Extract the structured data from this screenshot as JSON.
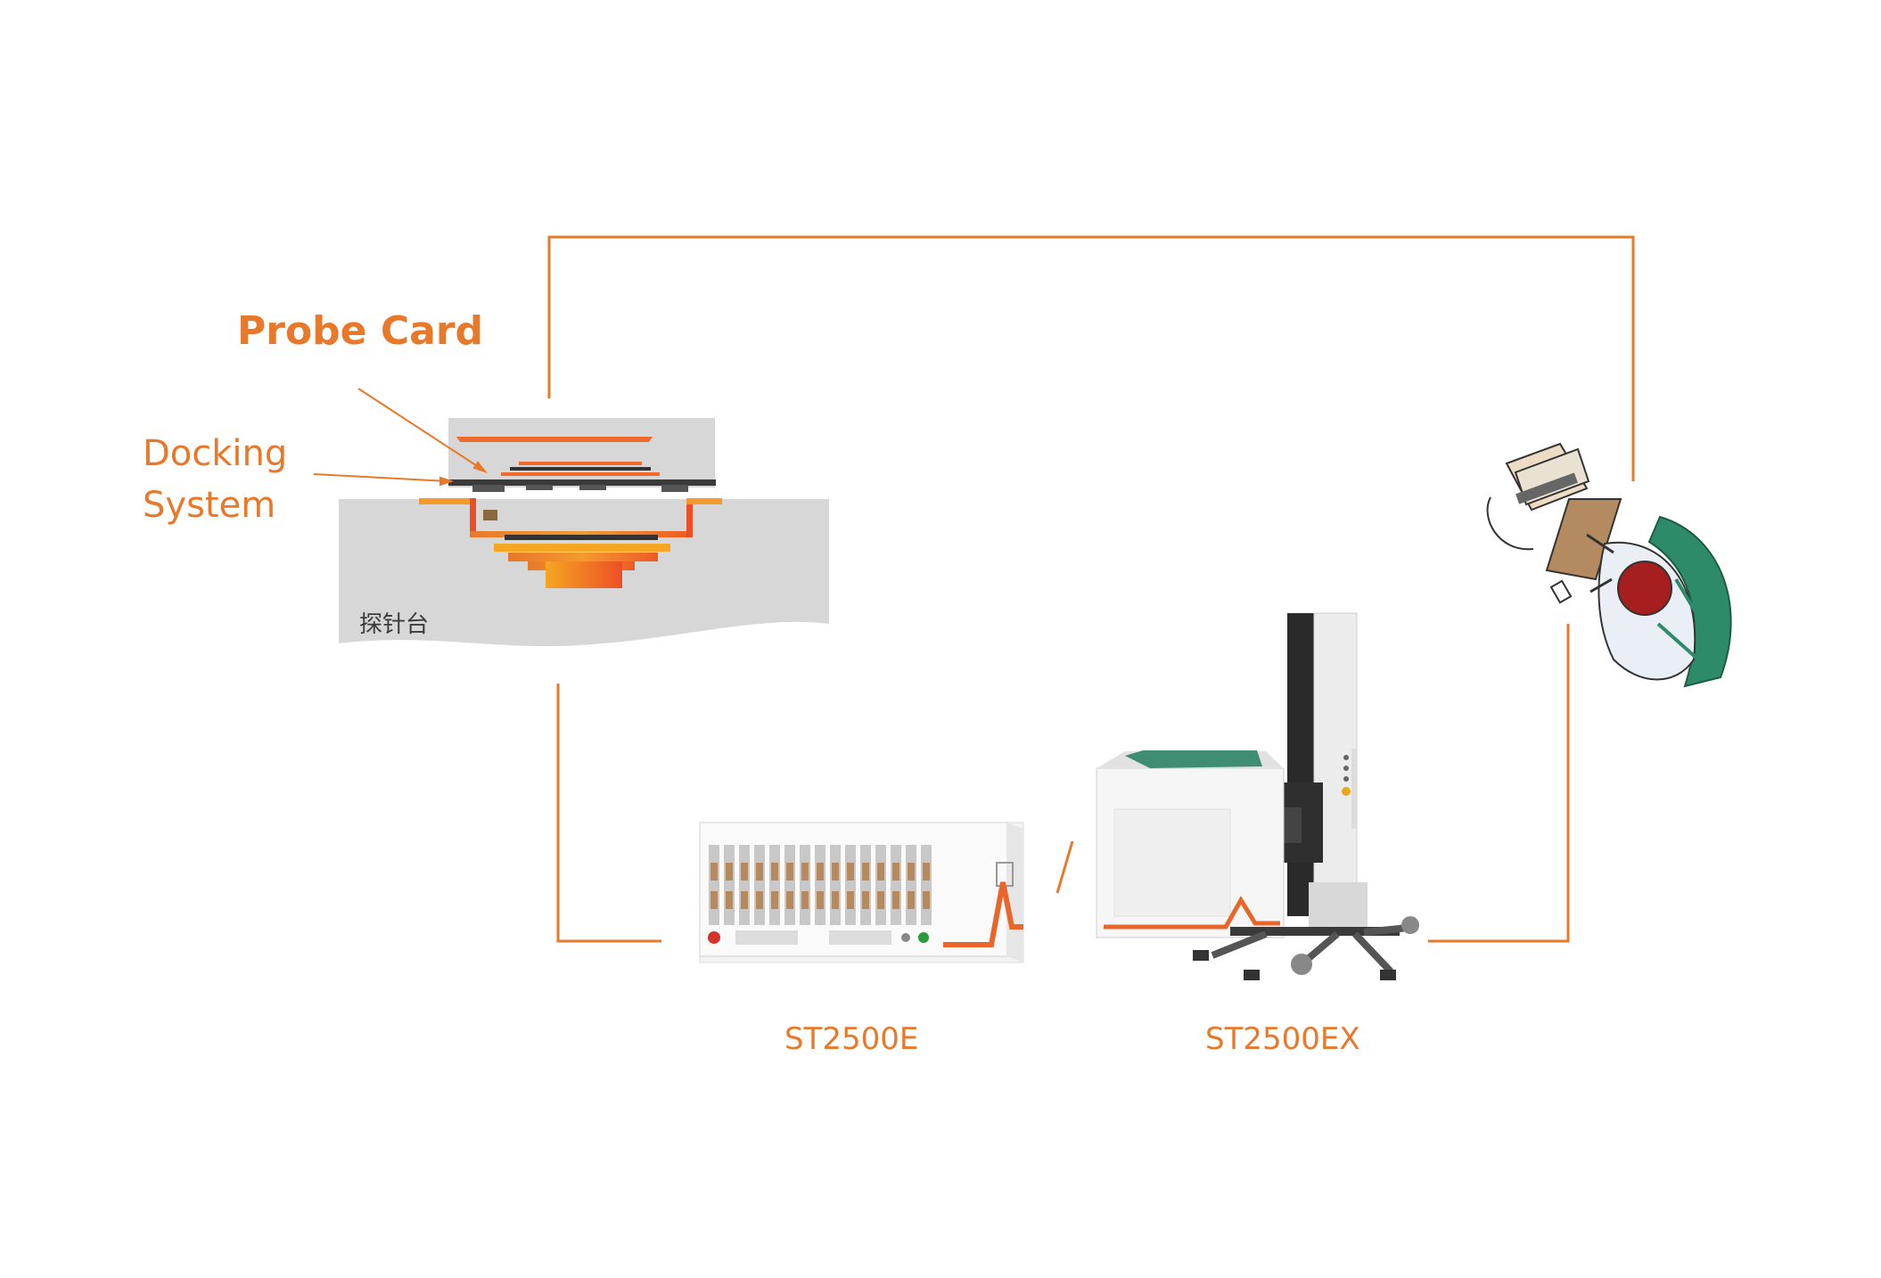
{
  "labels": {
    "probe_card": "Probe Card",
    "docking_line1": "Docking",
    "docking_line2": "System",
    "prober": "探针台",
    "st2500e": "ST2500E",
    "st2500ex": "ST2500EX"
  },
  "colors": {
    "accent": "#e8782a",
    "prober_gray": "#d7d7d7",
    "text_dark": "#3b3b3b"
  },
  "icons": [
    "rack-tester-icon",
    "test-head-manipulator-icon",
    "operator-workstation-icon",
    "ebs-logo-icon"
  ]
}
